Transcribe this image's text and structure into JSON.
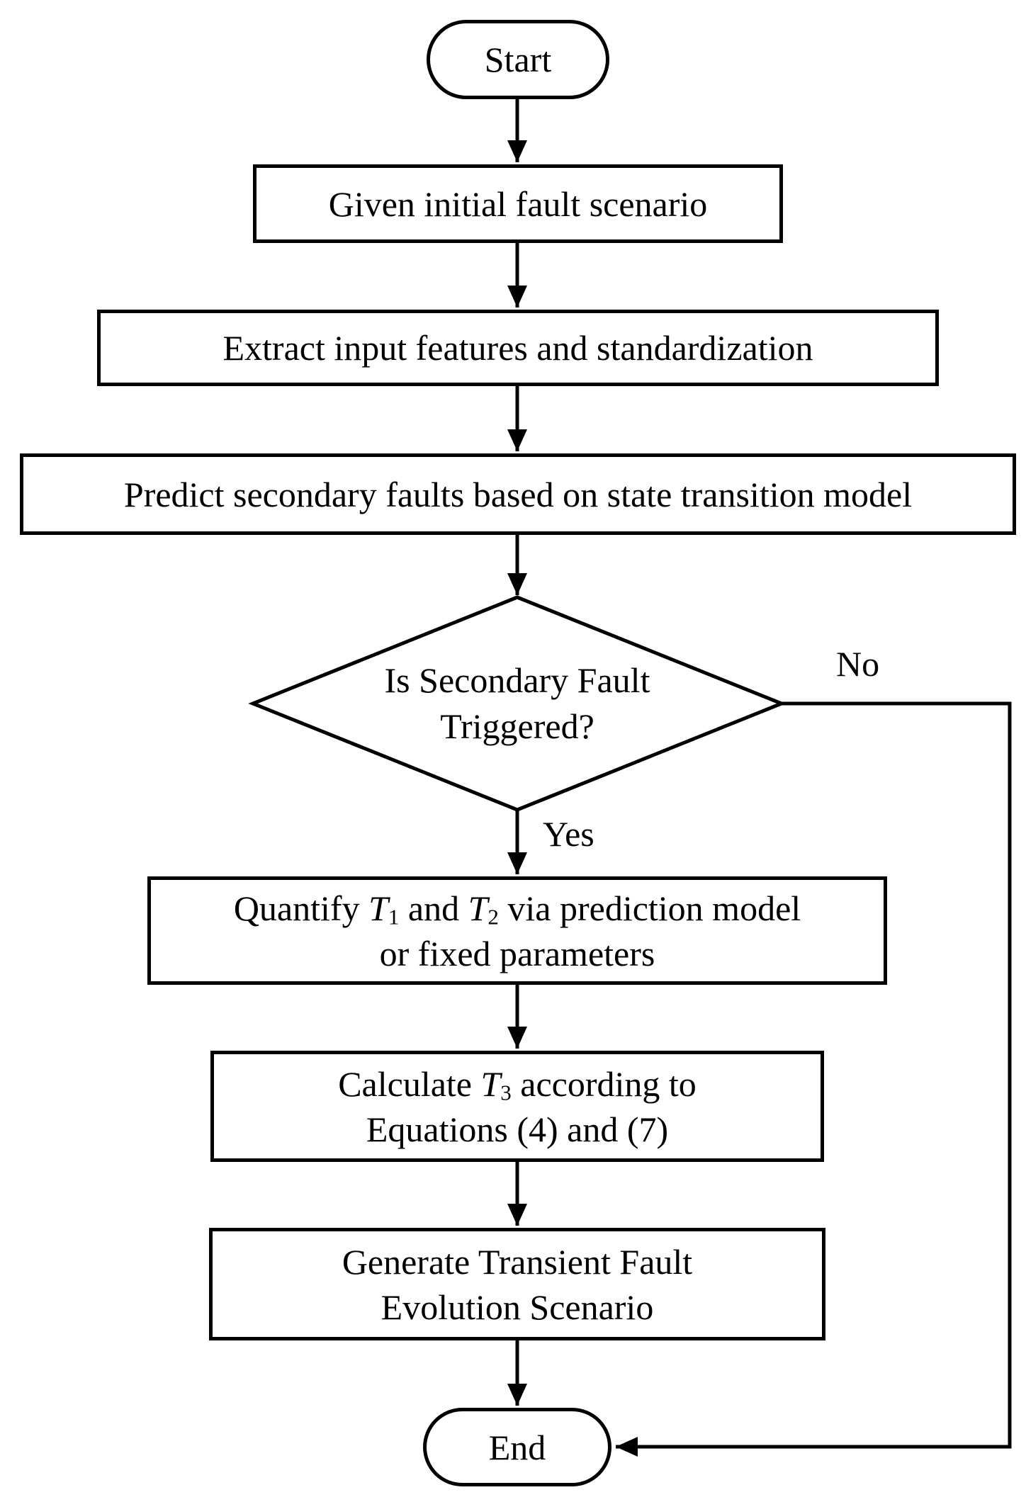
{
  "colors": {
    "stroke": "#000000",
    "fill": "#ffffff",
    "text": "#000000"
  },
  "nodes": {
    "start": {
      "label": "Start"
    },
    "given": {
      "label": "Given initial fault scenario"
    },
    "extract": {
      "label": "Extract input features and standardization"
    },
    "predict": {
      "label": "Predict secondary faults based on state transition model"
    },
    "decision": {
      "line1": "Is Secondary Fault",
      "line2": "Triggered?"
    },
    "quantify": {
      "parts": [
        "Quantify ",
        "T",
        "1",
        " and ",
        "T",
        "2",
        " via prediction model"
      ],
      "line2": "or fixed parameters"
    },
    "calculate": {
      "parts": [
        "Calculate ",
        "T",
        "3",
        " according to"
      ],
      "line2": "Equations (4) and (7)"
    },
    "generate": {
      "line1": "Generate Transient Fault",
      "line2": "Evolution Scenario"
    },
    "end": {
      "label": "End"
    }
  },
  "edges": {
    "yes_label": "Yes",
    "no_label": "No"
  }
}
